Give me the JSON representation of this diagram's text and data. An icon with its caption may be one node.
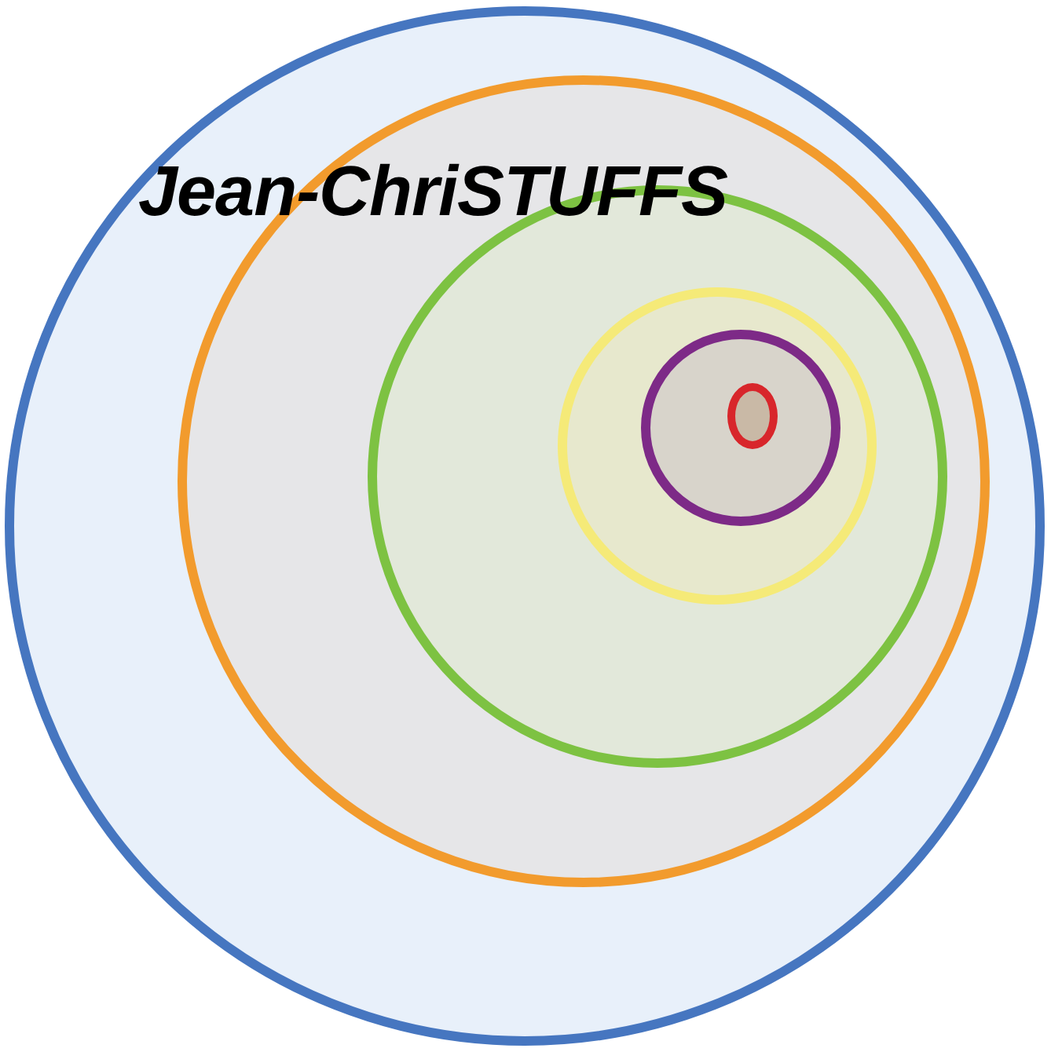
{
  "diagram": {
    "title": "Jean-ChriSTUFFS",
    "nodes": [
      {
        "text": [],
        "shape": "circle"
      },
      {
        "text": [],
        "shape": "circle",
        "in": 0
      },
      {
        "text": [],
        "shape": "circle",
        "in": 1
      },
      {
        "text": [],
        "shape": "circle",
        "in": 2
      },
      {
        "text": [],
        "shape": "circle",
        "in": 3
      },
      {
        "text": [],
        "shape": "circle",
        "in": 4
      }
    ]
  }
}
